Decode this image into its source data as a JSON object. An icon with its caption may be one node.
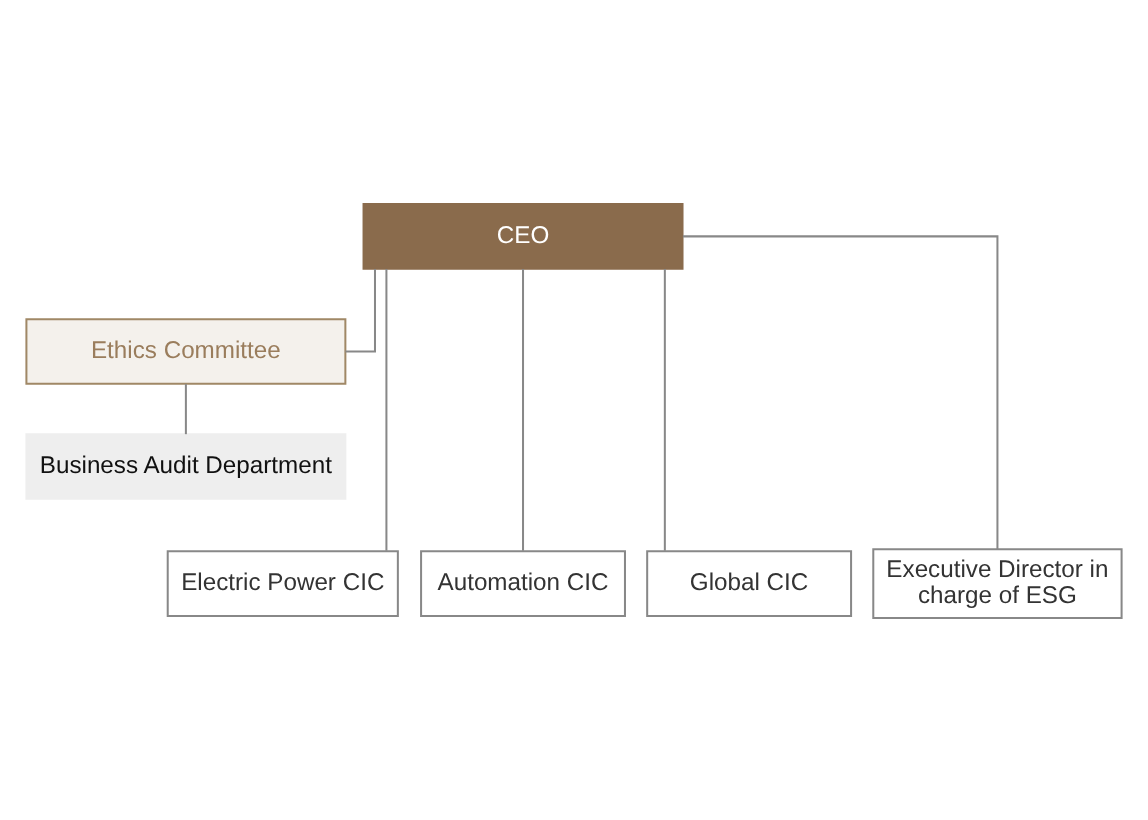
{
  "diagram": {
    "nodes": [
      {
        "text": [
          "CEO"
        ]
      },
      {
        "text": [
          "Ethics Committee"
        ]
      },
      {
        "text": [
          "Business Audit Department"
        ]
      },
      {
        "text": [
          "Electric Power CIC"
        ]
      },
      {
        "text": [
          "Automation CIC"
        ]
      },
      {
        "text": [
          "Global CIC"
        ]
      },
      {
        "text": [
          "Executive Director in charge of ESG"
        ]
      }
    ],
    "edges": [
      {
        "from": 0,
        "to": 1,
        "arrow": "none"
      },
      {
        "from": 1,
        "to": 2,
        "arrow": "none"
      },
      {
        "from": 0,
        "to": 3,
        "arrow": "none"
      },
      {
        "from": 0,
        "to": 4,
        "arrow": "none"
      },
      {
        "from": 0,
        "to": 5,
        "arrow": "none"
      },
      {
        "from": 0,
        "to": 6,
        "arrow": "none"
      }
    ]
  }
}
